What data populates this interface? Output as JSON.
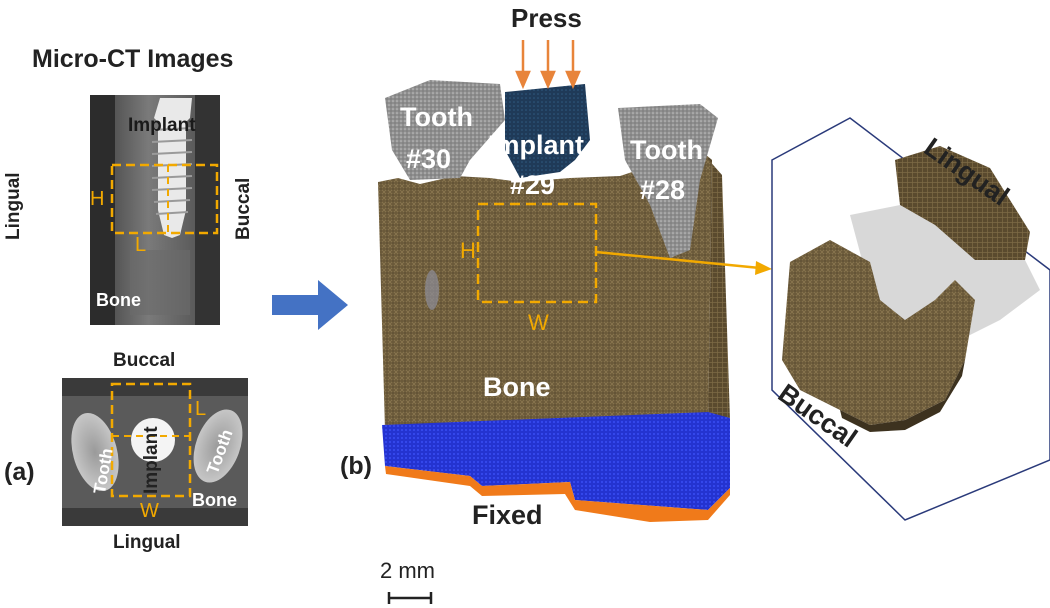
{
  "panel_a": {
    "title": "Micro-CT Images",
    "label": "(a)",
    "top_image": {
      "implant": "Implant",
      "lingual": "Lingual",
      "buccal": "Buccal",
      "bone": "Bone",
      "h": "H",
      "l": "L"
    },
    "bottom_image": {
      "buccal": "Buccal",
      "lingual": "Lingual",
      "implant": "Implant",
      "tooth_left": "Tooth",
      "tooth_right": "Tooth",
      "bone": "Bone",
      "w": "W",
      "l": "L"
    }
  },
  "panel_b": {
    "label": "(b)",
    "press": "Press",
    "tooth_30": [
      "Tooth",
      "#30"
    ],
    "implant_29": [
      "Implant",
      "#29"
    ],
    "tooth_28": [
      "Tooth",
      "#28"
    ],
    "h": "H",
    "w": "W",
    "bone": "Bone",
    "fixed": "Fixed",
    "scale_bar": "2 mm"
  },
  "inset": {
    "lingual": "Lingual",
    "buccal": "Buccal"
  },
  "colors": {
    "bone_brown": "#6b5a3a",
    "fixed_blue": "#2a3bd6",
    "fixed_orange": "#f07a1a",
    "press_arrow": "#e8843a",
    "flow_arrow": "#4472c4",
    "dashed_box": "#f2a900",
    "implant_blue": "#1c3550"
  }
}
